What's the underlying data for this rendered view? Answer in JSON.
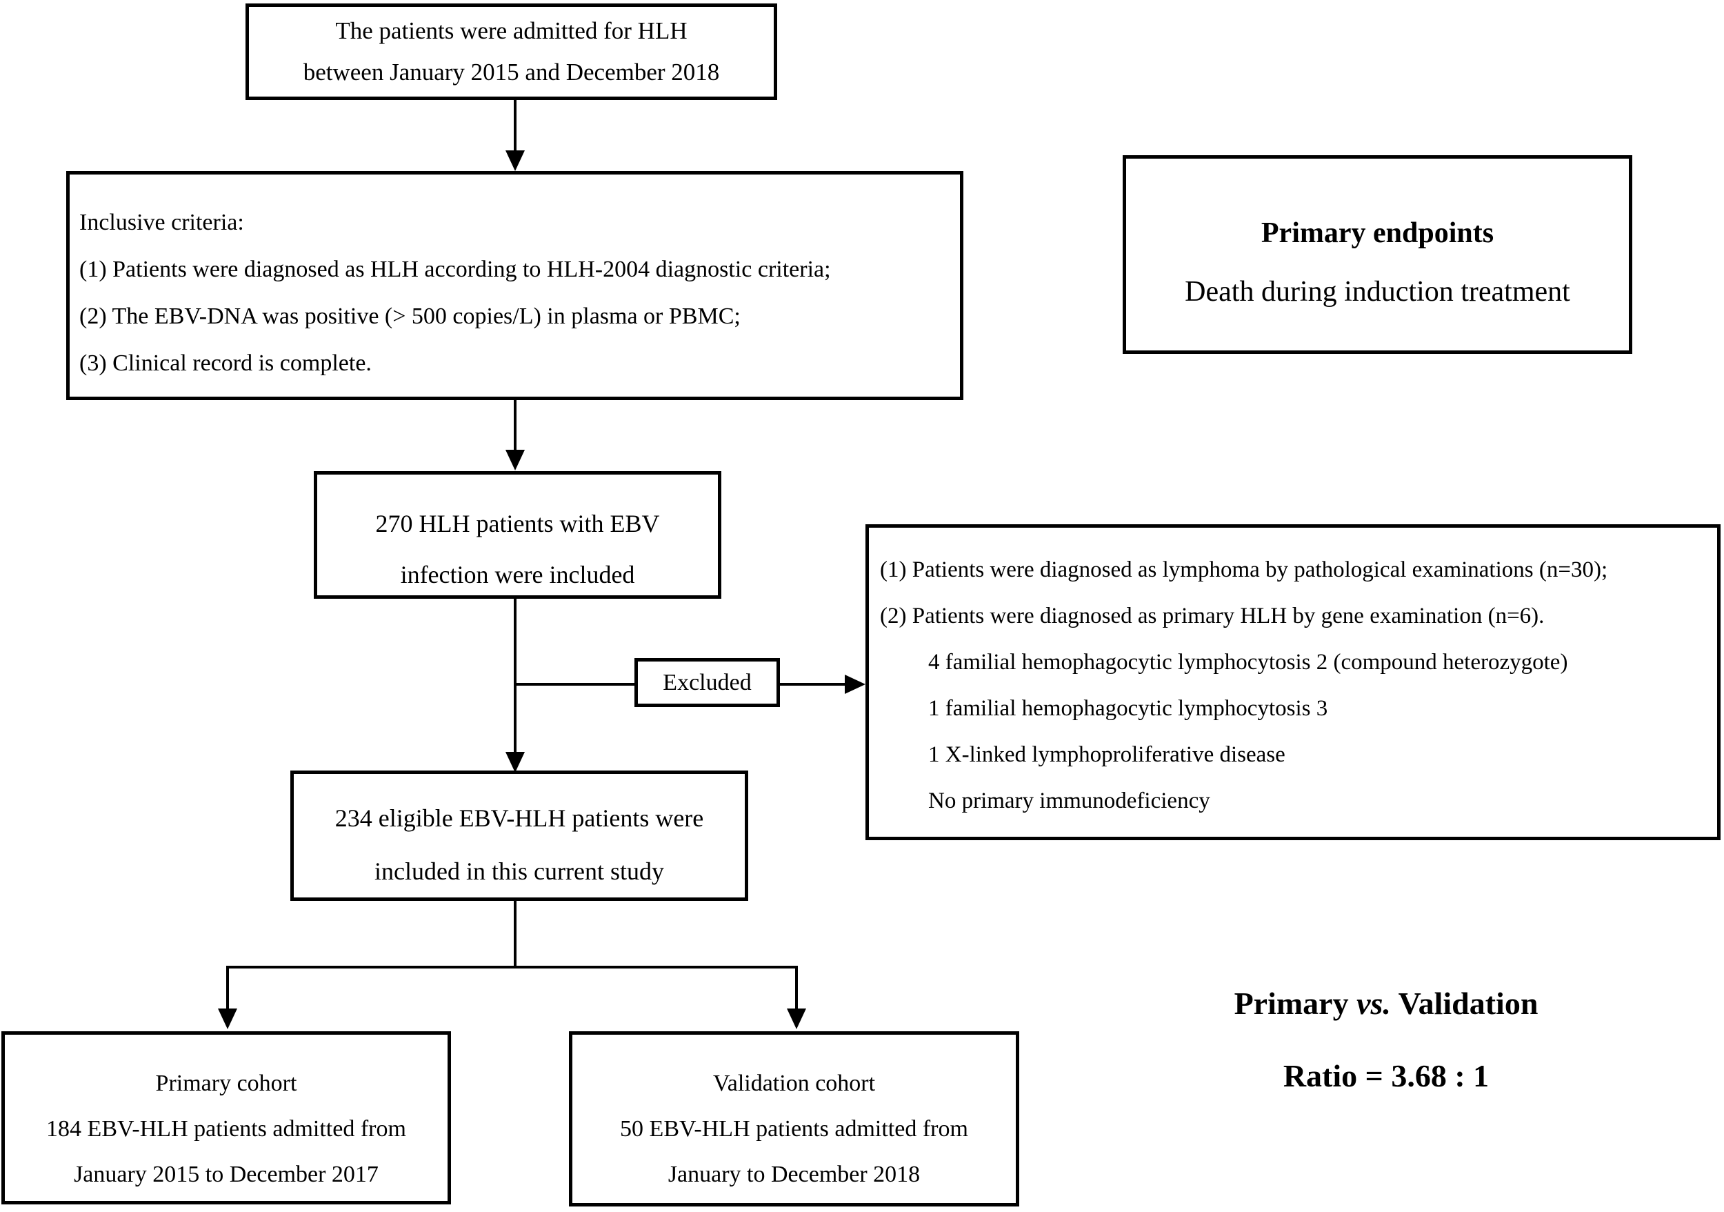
{
  "figure": {
    "background": "#ffffff",
    "line_color": "#000000"
  },
  "admitted": {
    "line1": "The patients were admitted for HLH",
    "line2": "between January 2015 and December 2018"
  },
  "inclusive": {
    "header": "Inclusive criteria:",
    "item1": "(1) Patients were diagnosed as HLH according to HLH-2004 diagnostic criteria;",
    "item2": "(2) The EBV-DNA was positive (> 500 copies/L) in plasma or PBMC;",
    "item3": "(3) Clinical record is complete."
  },
  "endpoints": {
    "title": "Primary endpoints",
    "detail": "Death during induction treatment"
  },
  "included270": {
    "line1": "270 HLH patients with EBV",
    "line2": "infection were included"
  },
  "excluded": {
    "label": "Excluded"
  },
  "exclusion": {
    "item1": "(1) Patients were diagnosed as lymphoma by pathological examinations (n=30);",
    "item2": "(2) Patients were diagnosed as primary HLH by gene examination (n=6).",
    "sub1": "4 familial hemophagocytic lymphocytosis 2 (compound heterozygote)",
    "sub2": "1 familial hemophagocytic lymphocytosis 3",
    "sub3": "1 X-linked lymphoproliferative disease",
    "sub4": "No primary immunodeficiency"
  },
  "eligible234": {
    "line1": "234 eligible EBV-HLH patients were",
    "line2": "included in this current study"
  },
  "primary_cohort": {
    "line1": "Primary cohort",
    "line2": "184 EBV-HLH patients admitted from",
    "line3": "January 2015 to December 2017"
  },
  "validation_cohort": {
    "line1": "Validation cohort",
    "line2": "50 EBV-HLH patients admitted from",
    "line3": "January to December 2018"
  },
  "ratio": {
    "primary": "Primary",
    "vs": "vs.",
    "validation": "Validation",
    "line2": "Ratio = 3.68 : 1"
  }
}
